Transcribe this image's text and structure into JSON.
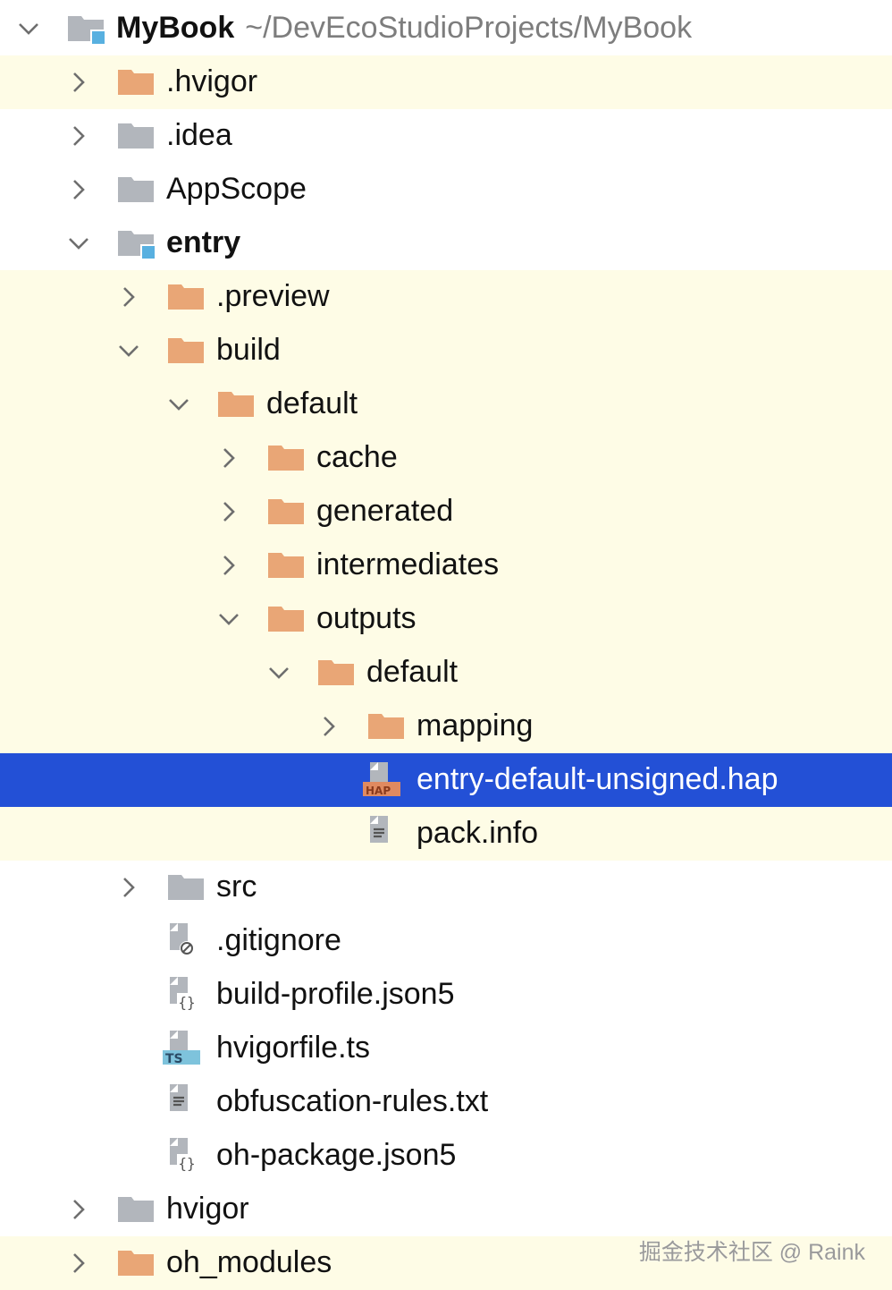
{
  "project": {
    "name": "MyBook",
    "path": "~/DevEcoStudioProjects/MyBook"
  },
  "colors": {
    "selected": "#2350d6",
    "highlight": "#fefce6",
    "excluded_folder": "#e9a676",
    "folder": "#b2b6bc",
    "module_badge": "#58b0e0",
    "ts_badge": "#7ec3dc",
    "hap_badge": "#e08a60"
  },
  "tree": [
    {
      "label": "MyBook",
      "depth": 0,
      "icon": "module-folder-icon",
      "expanded": true,
      "bg": "none",
      "bold": true,
      "root": true
    },
    {
      "label": ".hvigor",
      "depth": 1,
      "icon": "excluded-folder-icon",
      "expanded": false,
      "bg": "hl"
    },
    {
      "label": ".idea",
      "depth": 1,
      "icon": "folder-icon",
      "expanded": false,
      "bg": "none"
    },
    {
      "label": "AppScope",
      "depth": 1,
      "icon": "folder-icon",
      "expanded": false,
      "bg": "none"
    },
    {
      "label": "entry",
      "depth": 1,
      "icon": "module-folder-icon",
      "expanded": true,
      "bg": "none",
      "bold": true
    },
    {
      "label": ".preview",
      "depth": 2,
      "icon": "excluded-folder-icon",
      "expanded": false,
      "bg": "hl"
    },
    {
      "label": "build",
      "depth": 2,
      "icon": "excluded-folder-icon",
      "expanded": true,
      "bg": "hl"
    },
    {
      "label": "default",
      "depth": 3,
      "icon": "excluded-folder-icon",
      "expanded": true,
      "bg": "hl"
    },
    {
      "label": "cache",
      "depth": 4,
      "icon": "excluded-folder-icon",
      "expanded": false,
      "bg": "hl"
    },
    {
      "label": "generated",
      "depth": 4,
      "icon": "excluded-folder-icon",
      "expanded": false,
      "bg": "hl"
    },
    {
      "label": "intermediates",
      "depth": 4,
      "icon": "excluded-folder-icon",
      "expanded": false,
      "bg": "hl"
    },
    {
      "label": "outputs",
      "depth": 4,
      "icon": "excluded-folder-icon",
      "expanded": true,
      "bg": "hl"
    },
    {
      "label": "default",
      "depth": 5,
      "icon": "excluded-folder-icon",
      "expanded": true,
      "bg": "hl"
    },
    {
      "label": "mapping",
      "depth": 6,
      "icon": "excluded-folder-icon",
      "expanded": false,
      "bg": "hl"
    },
    {
      "label": "entry-default-unsigned.hap",
      "depth": 6,
      "icon": "hap-file-icon",
      "expanded": null,
      "bg": "sel",
      "badge": "HAP"
    },
    {
      "label": "pack.info",
      "depth": 6,
      "icon": "text-file-icon",
      "expanded": null,
      "bg": "hl"
    },
    {
      "label": "src",
      "depth": 2,
      "icon": "folder-icon",
      "expanded": false,
      "bg": "none"
    },
    {
      "label": ".gitignore",
      "depth": 2,
      "icon": "ignore-file-icon",
      "expanded": null,
      "bg": "none"
    },
    {
      "label": "build-profile.json5",
      "depth": 2,
      "icon": "json-file-icon",
      "expanded": null,
      "bg": "none"
    },
    {
      "label": "hvigorfile.ts",
      "depth": 2,
      "icon": "ts-file-icon",
      "expanded": null,
      "bg": "none",
      "badge": "TS"
    },
    {
      "label": "obfuscation-rules.txt",
      "depth": 2,
      "icon": "text-file-icon",
      "expanded": null,
      "bg": "none"
    },
    {
      "label": "oh-package.json5",
      "depth": 2,
      "icon": "json-file-icon",
      "expanded": null,
      "bg": "none"
    },
    {
      "label": "hvigor",
      "depth": 1,
      "icon": "folder-icon",
      "expanded": false,
      "bg": "none"
    },
    {
      "label": "oh_modules",
      "depth": 1,
      "icon": "excluded-folder-icon",
      "expanded": false,
      "bg": "hl"
    }
  ],
  "watermark": "掘金技术社区 @ Raink"
}
